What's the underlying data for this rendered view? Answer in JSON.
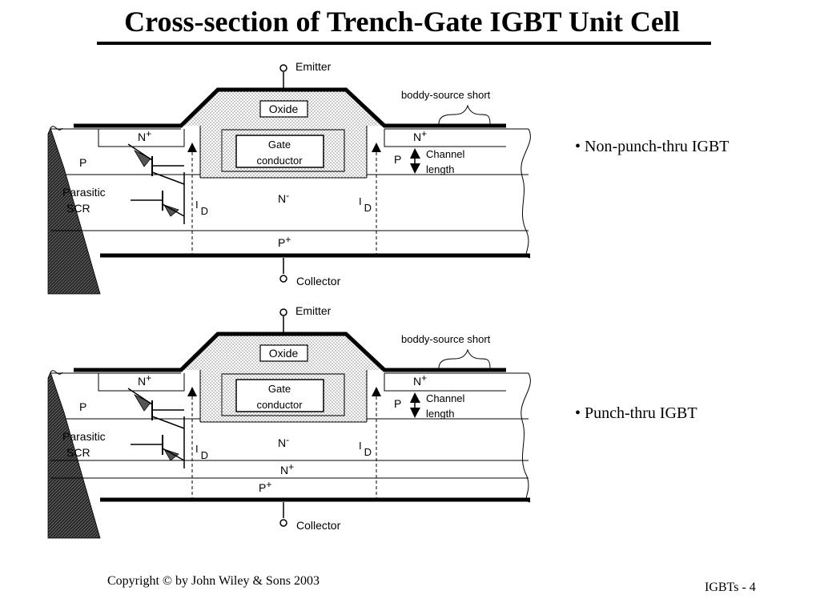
{
  "title": "Cross-section of Trench-Gate IGBT Unit Cell",
  "diagram_labels": {
    "emitter": "Emitter",
    "collector": "Collector",
    "oxide": "Oxide",
    "gate_line1": "Gate",
    "gate_line2": "conductor",
    "body_source_short": "boddy-source short",
    "n_plus": "N",
    "plus": "+",
    "minus": "-",
    "p": "P",
    "n_minus": "N",
    "p_plus": "P",
    "channel_line1": "Channel",
    "channel_line2": "length",
    "parasitic_line1": "Parasitic",
    "parasitic_line2": "SCR",
    "id_i": "I",
    "id_d": "D"
  },
  "diagrams": [
    {
      "bullet": "• Non-punch-thru IGBT",
      "has_buffer": false
    },
    {
      "bullet": "• Punch-thru IGBT",
      "has_buffer": true
    }
  ],
  "footer": {
    "copyright": "Copyright © by John Wiley & Sons 2003",
    "page": "IGBTs -  4"
  }
}
